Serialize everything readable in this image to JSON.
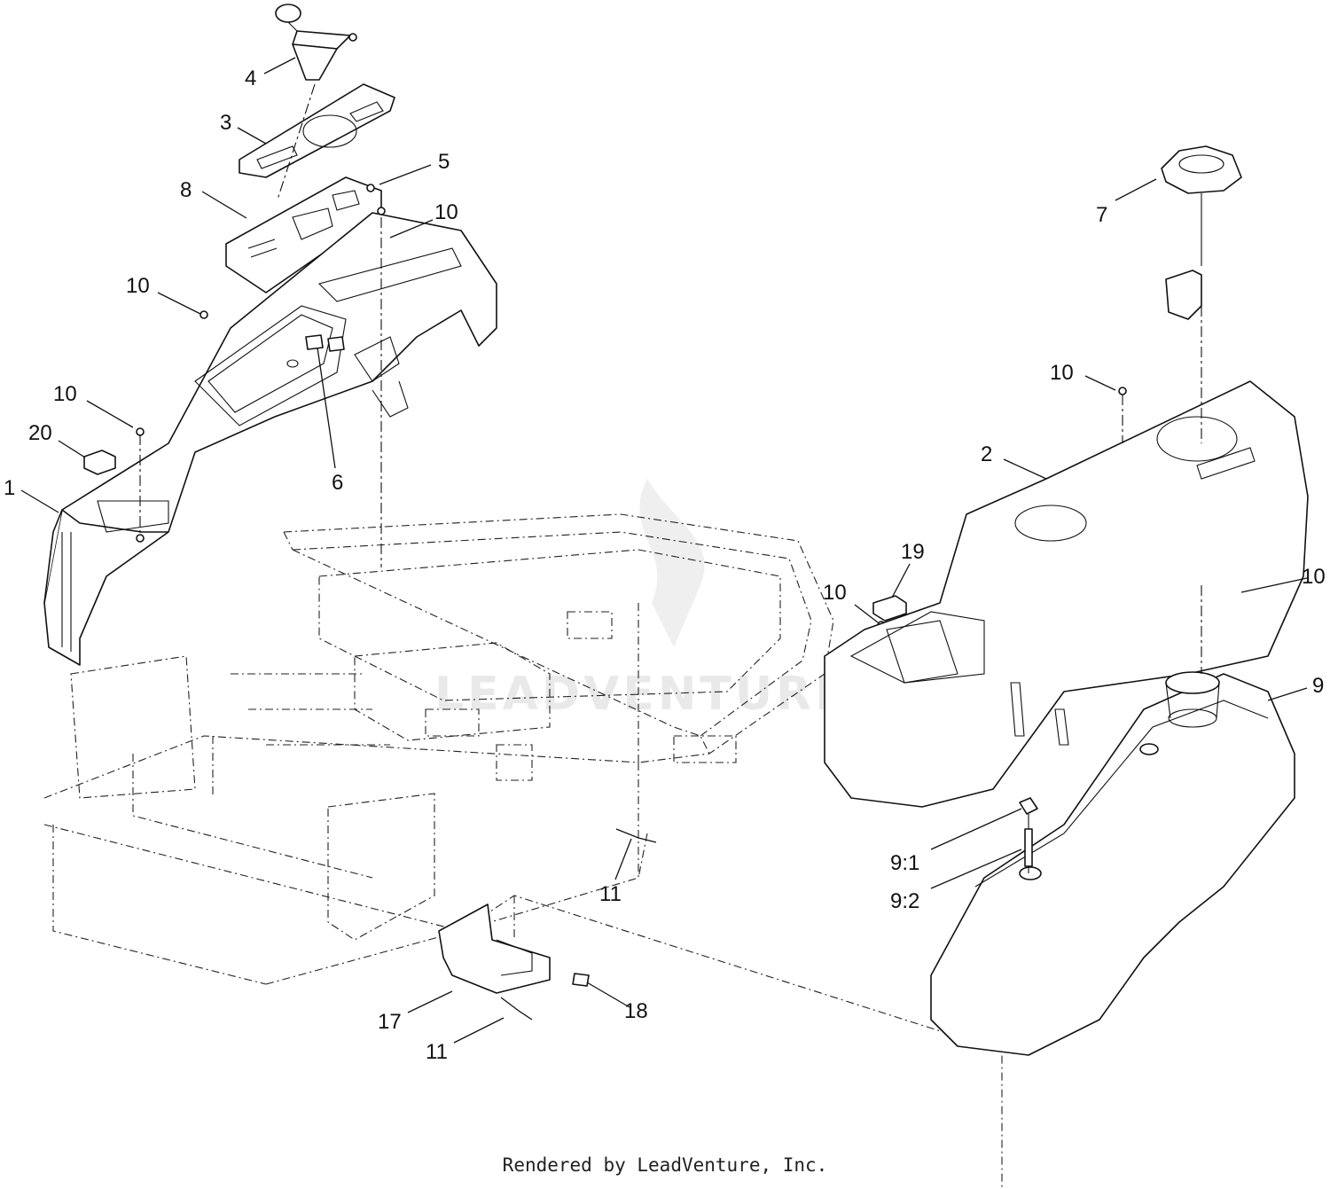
{
  "watermark": "LEADVENTURE",
  "credit": "Rendered by LeadVenture, Inc.",
  "callouts": [
    {
      "id": "c4",
      "text": "4"
    },
    {
      "id": "c3",
      "text": "3"
    },
    {
      "id": "c5",
      "text": "5"
    },
    {
      "id": "c8",
      "text": "8"
    },
    {
      "id": "c10a",
      "text": "10"
    },
    {
      "id": "c10b",
      "text": "10"
    },
    {
      "id": "c10c",
      "text": "10"
    },
    {
      "id": "c20",
      "text": "20"
    },
    {
      "id": "c1",
      "text": "1"
    },
    {
      "id": "c6",
      "text": "6"
    },
    {
      "id": "c7",
      "text": "7"
    },
    {
      "id": "c10d",
      "text": "10"
    },
    {
      "id": "c2",
      "text": "2"
    },
    {
      "id": "c19",
      "text": "19"
    },
    {
      "id": "c10e",
      "text": "10"
    },
    {
      "id": "c10f",
      "text": "10"
    },
    {
      "id": "c9",
      "text": "9"
    },
    {
      "id": "c9-1",
      "text": "9:1"
    },
    {
      "id": "c9-2",
      "text": "9:2"
    },
    {
      "id": "c11a",
      "text": "11"
    },
    {
      "id": "c17",
      "text": "17"
    },
    {
      "id": "c18",
      "text": "18"
    },
    {
      "id": "c11b",
      "text": "11"
    }
  ]
}
